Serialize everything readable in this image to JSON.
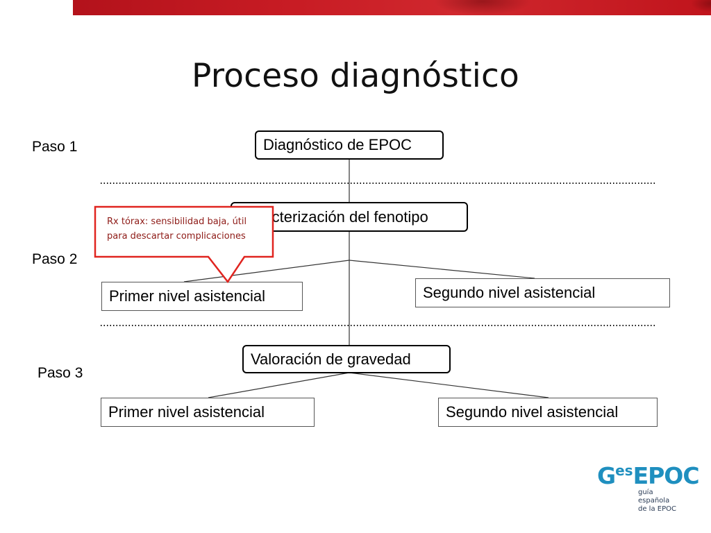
{
  "title": "Proceso diagnóstico",
  "steps": {
    "step1": "Paso 1",
    "step2": "Paso 2",
    "step3": "Paso 3"
  },
  "nodes": {
    "diagnostico": "Diagnóstico de EPOC",
    "fenotipo": "Caracterización del fenotipo",
    "primer_nivel_1": "Primer nivel asistencial",
    "segundo_nivel_1": "Segundo nivel asistencial",
    "gravedad": "Valoración de gravedad",
    "primer_nivel_2": "Primer nivel asistencial",
    "segundo_nivel_2": "Segundo nivel asistencial"
  },
  "callout": {
    "line1": "Rx tórax: sensibilidad baja, útil",
    "line2": "para descartar complicaciones"
  },
  "logo": {
    "ges": "G",
    "es": "es",
    "epoc": "EPOC",
    "sub1": "guía",
    "sub2": "española",
    "sub3": "de la EPOC"
  },
  "colors": {
    "banner": "#c81c24",
    "callout_border": "#e0241f",
    "callout_text": "#8e1b17",
    "logo": "#1f8fbf"
  }
}
